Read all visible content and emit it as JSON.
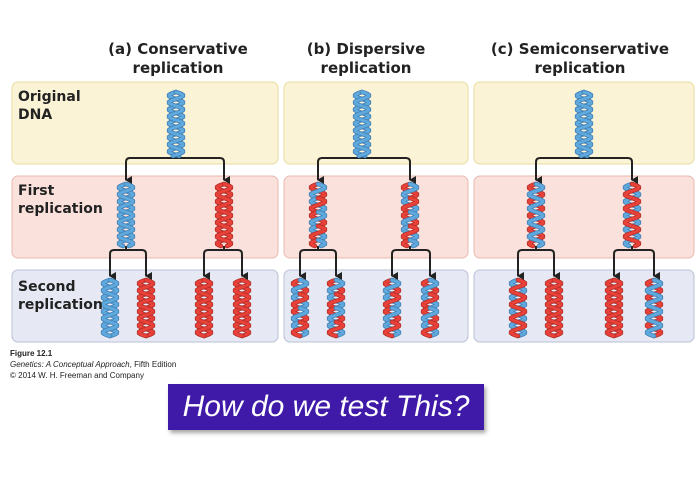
{
  "columns": [
    {
      "letter": "(a)",
      "title_line1": "Conservative",
      "title_line2": "replication"
    },
    {
      "letter": "(b)",
      "title_line1": "Dispersive",
      "title_line2": "replication"
    },
    {
      "letter": "(c)",
      "title_line1": "Semiconservative",
      "title_line2": "replication"
    }
  ],
  "rows": [
    {
      "label_line1": "Original",
      "label_line2": "DNA"
    },
    {
      "label_line1": "First",
      "label_line2": "replication"
    },
    {
      "label_line1": "Second",
      "label_line2": "replication"
    }
  ],
  "caption": {
    "figure": "Figure 12.1",
    "book_title": "Genetics: A Conceptual Approach",
    "edition": ", Fifth Edition",
    "copyright": "© 2014 W. H. Freeman and Company"
  },
  "question": "How do we test This?",
  "colors": {
    "original_row_bg": "#fbf3d6",
    "first_row_bg": "#fbe1dc",
    "second_row_bg": "#e6e9f3",
    "old_strand": "#5fa8dc",
    "new_strand": "#e8413a",
    "question_bg": "#3f1aa8"
  }
}
